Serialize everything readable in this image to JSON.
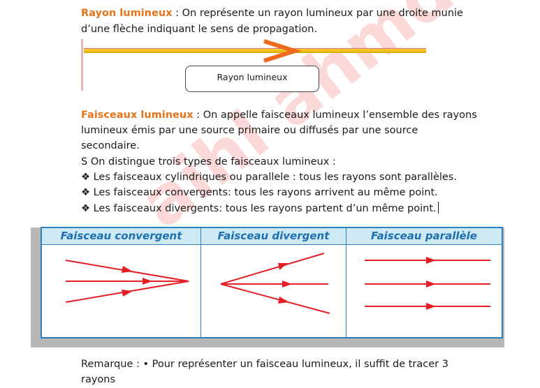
{
  "watermark": "aihl ahmdia",
  "section1": {
    "term": "Rayon lumineux",
    "line1": "  : On représente un rayon lumineux par une droite munie",
    "line2": "d’une flèche indiquant le sens de propagation."
  },
  "ray_label": "Rayon lumineux",
  "section2": {
    "term": "Faisceaux lumineux",
    "line1": " : On appelle faisceaux lumineux  l’ensemble des rayons",
    "line2": "lumineux émis par une source primaire ou diffusés par une source",
    "line3": "secondaire.",
    "line4": "S On distingue trois types de faisceaux lumineux :",
    "bullet1": "❖ Les faisceaux cylindriques ou parallele : tous les rayons sont parallèles.",
    "bullet2": " ❖ Les faisceaux convergents: tous les rayons arrivent au même point.",
    "bullet3": "❖ Les faisceaux divergents: tous les rayons partent d’un même point."
  },
  "table": {
    "headers": [
      "Faisceau convergent",
      "Faisceau divergent",
      "Faisceau parallèle"
    ]
  },
  "remark": {
    "line1": "Remarque : • Pour représenter un faisceau lumineux, il suffit de tracer 3",
    "line2": "rayons"
  },
  "colors": {
    "ray_red": "#e31e24",
    "beam_yellow": "#f2c417",
    "arrow_orange": "#ef6a1e",
    "table_blue": "#2f7fc0",
    "header_bg": "#cde9f3",
    "term_orange": "#e8731a"
  }
}
